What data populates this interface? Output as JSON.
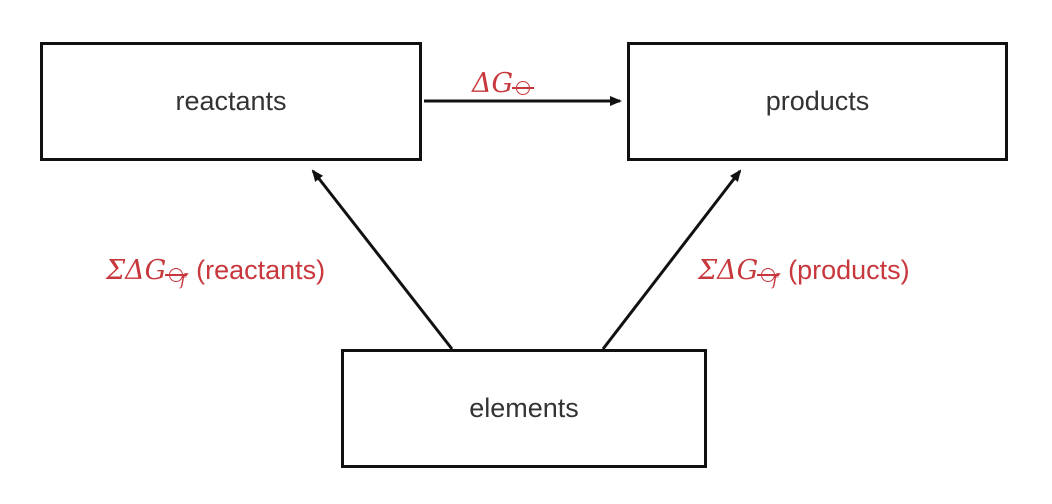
{
  "boxes": {
    "reactants": "reactants",
    "products": "products",
    "elements": "elements"
  },
  "labels": {
    "reaction": {
      "symbol": "ΔG",
      "superscript": "⊖"
    },
    "reactants_formation": {
      "symbol": "ΣΔG",
      "superscript": "⊖",
      "subscript": "f",
      "qualifier": "(reactants)"
    },
    "products_formation": {
      "symbol": "ΣΔG",
      "superscript": "⊖",
      "subscript": "f",
      "qualifier": "(products)"
    }
  },
  "colors": {
    "label": "#c8373c",
    "box_border": "#111111",
    "box_text": "#333333",
    "arrow": "#111111"
  }
}
